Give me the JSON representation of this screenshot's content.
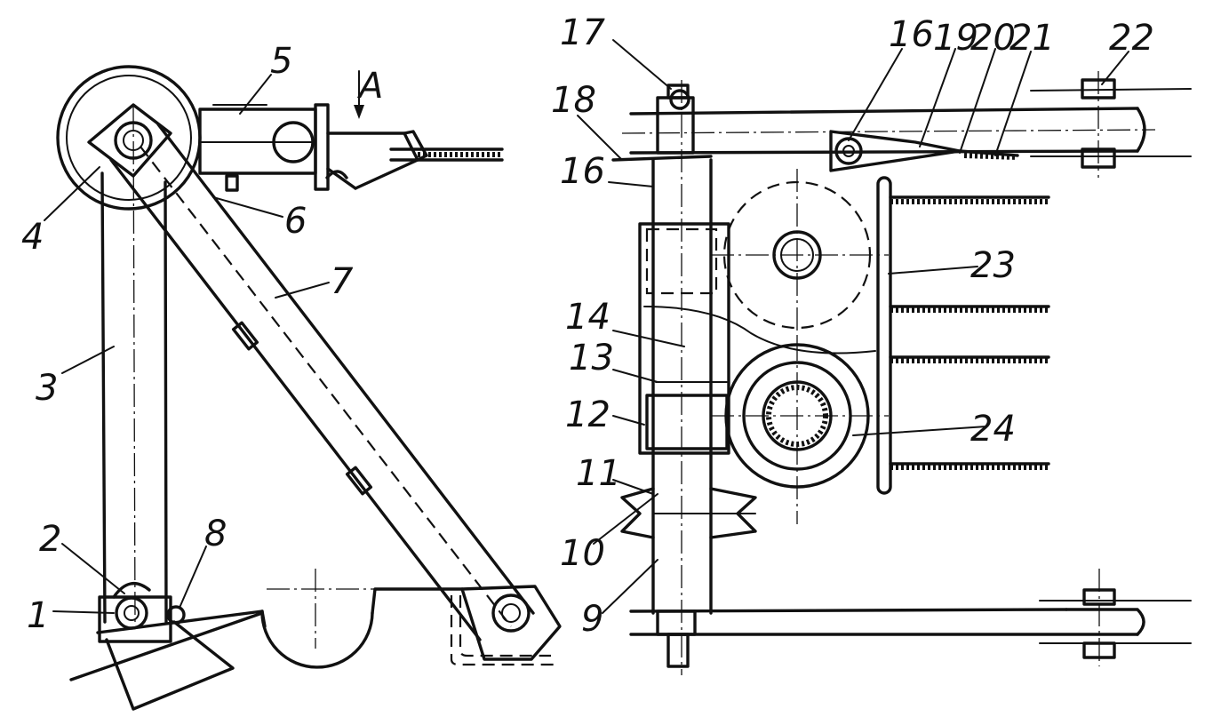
{
  "view_marker": "A",
  "callouts": [
    {
      "id": "c1",
      "text": "1"
    },
    {
      "id": "c2",
      "text": "2"
    },
    {
      "id": "c3",
      "text": "3"
    },
    {
      "id": "c4",
      "text": "4"
    },
    {
      "id": "c5",
      "text": "5"
    },
    {
      "id": "c6",
      "text": "6"
    },
    {
      "id": "c7",
      "text": "7"
    },
    {
      "id": "c8",
      "text": "8"
    },
    {
      "id": "c9",
      "text": "9"
    },
    {
      "id": "c10",
      "text": "10"
    },
    {
      "id": "c11",
      "text": "11"
    },
    {
      "id": "c12",
      "text": "12"
    },
    {
      "id": "c13",
      "text": "13"
    },
    {
      "id": "c14",
      "text": "14"
    },
    {
      "id": "c16a",
      "text": "16"
    },
    {
      "id": "c16b",
      "text": "16"
    },
    {
      "id": "c17",
      "text": "17"
    },
    {
      "id": "c18",
      "text": "18"
    },
    {
      "id": "c19",
      "text": "19"
    },
    {
      "id": "c20",
      "text": "20"
    },
    {
      "id": "c21",
      "text": "21"
    },
    {
      "id": "c22",
      "text": "22"
    },
    {
      "id": "c23",
      "text": "23"
    },
    {
      "id": "c24",
      "text": "24"
    }
  ]
}
